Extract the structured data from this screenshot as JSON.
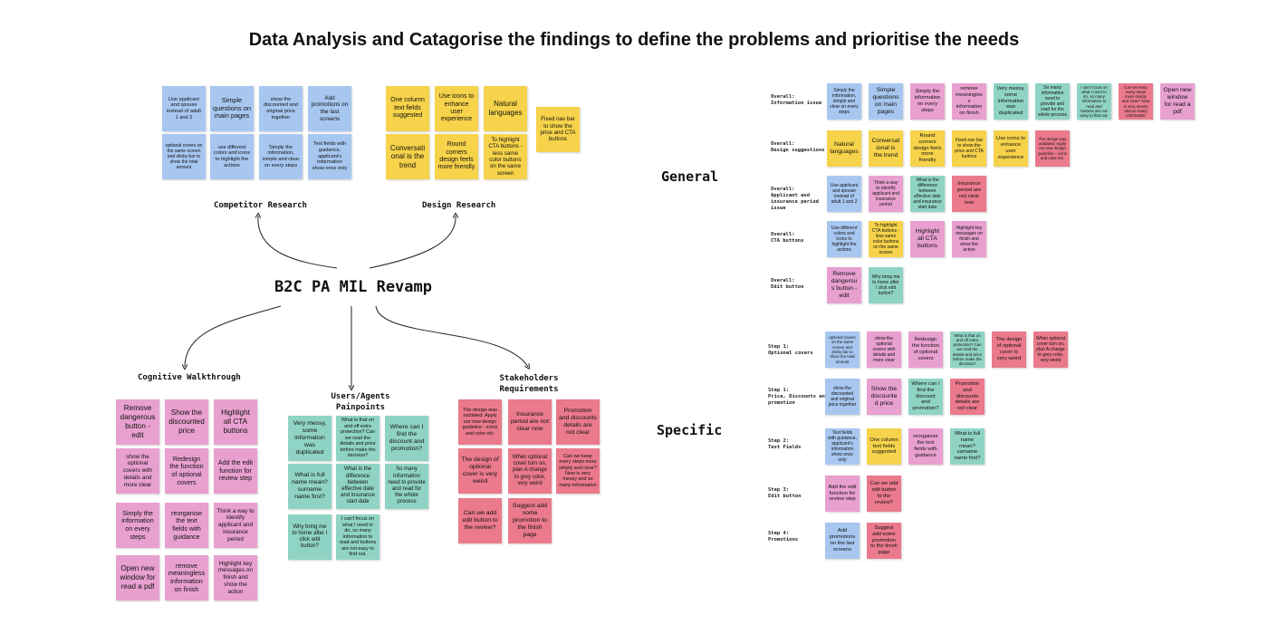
{
  "title": "Data Analysis and Catagorise the findings to define the problems and prioritise the needs",
  "center": "B2C PA MIL Revamp",
  "groups": {
    "competitor": "Competitor Research",
    "design": "Design Research",
    "cognitive": "Cognitive Walkthrough",
    "users": "Users/Agents Painpoints",
    "stakeholders": "Stakeholders Requirements"
  },
  "sections": {
    "general": "General",
    "specific": "Specific"
  },
  "colors": {
    "blue": "#a7c7f0",
    "yellow": "#f6d34a",
    "pink": "#e8a0cf",
    "teal": "#8fd3c4",
    "red": "#ea7a8c"
  },
  "competitor_notes": [
    "Use applicant and spouse instead of adult 1 and 2",
    "Simple questions on main pages",
    "show the discounted and original price together",
    "Add promotions on the last screens",
    "optional covers on the same screen and sticky bar to show the total amount",
    "use different colors and icons to highlight the actions",
    "Simply the information, simple and clear on every steps",
    "Text fields with guidance, applicant's information show once only"
  ],
  "design_notes": [
    "One column text fields suggested",
    "Use icons to enhance user experience",
    "Natural languages",
    "Fixed nav bar to show the price and CTA buttons",
    "Conversational is the trend",
    "Round corners design feels more friendly",
    "To highlight CTA buttons -less same color buttons on the same screen"
  ],
  "cognitive_notes": [
    "Remove dangerous button - edit",
    "Show the discounted price",
    "Highlight all CTA buttons",
    "show the optional covers with details and more clear",
    "Redesign the function of optional covers",
    "Add the edit function for review step",
    "Simply the information on every steps",
    "reorganise the text fields with guidance",
    "Think a way to identify applicant and insurance period",
    "Open new window for read a pdf",
    "remove meaningless information on finish",
    "Highlight key messages on finish and show the action"
  ],
  "users_notes": [
    "Very messy, some information was duplicated",
    "What is that on and off extra protection? Can we read the details and price before make the decision?",
    "Where can I find the discount and promotion?",
    "What is full name mean? surname name first?",
    "What is the difference between effective date and insurance start date",
    "So many information need to provide and read for the whole process",
    "Why bring me to home after I click edit button?",
    "I can't focus on what I need to do, so many information to read and buttons are not easy to find out."
  ],
  "stakeholder_notes": [
    "The design was outdated. Apply our new design guideline - icons and color etc.",
    "Insurance period are not clear now",
    "Promotion and discounts details are not clear",
    "The design of optional cover is very weird",
    "When optional cover turn on, plan A change to grey color, very weird",
    "Can we keep every steps more simply and clear? Now is very messy and so many information",
    "Can we add edit button to the review?",
    "Suggest add some promotion to the finish page"
  ],
  "general_rows": [
    {
      "label": "Overall:\nInformation issue",
      "notes": [
        "Simply the information, simple and clear on every steps",
        "Simple questions on main pages",
        "Simply the information on every steps",
        "remove meaningless information on finish",
        "Very messy, some information was duplicated",
        "So many information need to provide and read for the whole process",
        "I can't focus on what I need to do, so many information to read and buttons are not easy to find out.",
        "Can we keep every steps more simply and clear? Now is very messy and so many information",
        "Open new window for read a pdf"
      ]
    },
    {
      "label": "Overall:\nDesign suggestions",
      "notes": [
        "Natural languages",
        "Conversational is the trend",
        "Round corners design feels more friendly",
        "Fixed nav bar to show the price and CTA buttons",
        "Use icons to enhance user experience",
        "The design was outdated. Apply our new design guideline - icons and color etc."
      ]
    },
    {
      "label": "Overall:\nApplicant and\ninsurance period\nissue",
      "notes": [
        "Use applicant and spouse instead of adult 1 and 2",
        "Think a way to identify applicant and insurance period",
        "What is the difference between effective date and insurance start date",
        "Insurance period are not clear now"
      ]
    },
    {
      "label": "Overall:\nCTA buttons",
      "notes": [
        "Use different colors and icons to highlight the actions",
        "To highlight CTA buttons -less same color buttons on the same screen",
        "Highlight all CTA buttons",
        "Highlight key messages on finish and show the action"
      ]
    },
    {
      "label": "Overall:\nEdit button",
      "notes": [
        "Remove dangerous button - edit",
        "Why bring me to home after I click edit button?"
      ]
    }
  ],
  "specific_rows": [
    {
      "label": "Step 1:\nOptional covers",
      "notes": [
        "optional covers on the same screen and sticky bar to show the total amount",
        "show the optional covers with details and more clear",
        "Redesign the function of optional covers",
        "What is that on and off extra protection? Can we read the details and price before make the decision?",
        "The design of optional cover is very weird",
        "When optional cover turn on, plan A change to grey color, very weird"
      ]
    },
    {
      "label": "Step 1:\nPrice, Discounts and\npromotion",
      "notes": [
        "show the discounted and original price together",
        "Show the discounted price",
        "Where can I find the discount and promotion?",
        "Promotion and discounts details are not clear"
      ]
    },
    {
      "label": "Step 2:\nText Fields",
      "notes": [
        "Text fields with guidance, applicant's information show once only",
        "One column text fields suggested",
        "reorganise the text fields with guidance",
        "What is full name mean? surname name first?"
      ]
    },
    {
      "label": "Step 3:\nEdit button",
      "notes": [
        "Add the edit function for review step",
        "Can we add edit button to the review?"
      ]
    },
    {
      "label": "Step 4:\nPromotions",
      "notes": [
        "Add promotions on the last screens",
        "Suggest add some promotion to the finish page"
      ]
    }
  ]
}
